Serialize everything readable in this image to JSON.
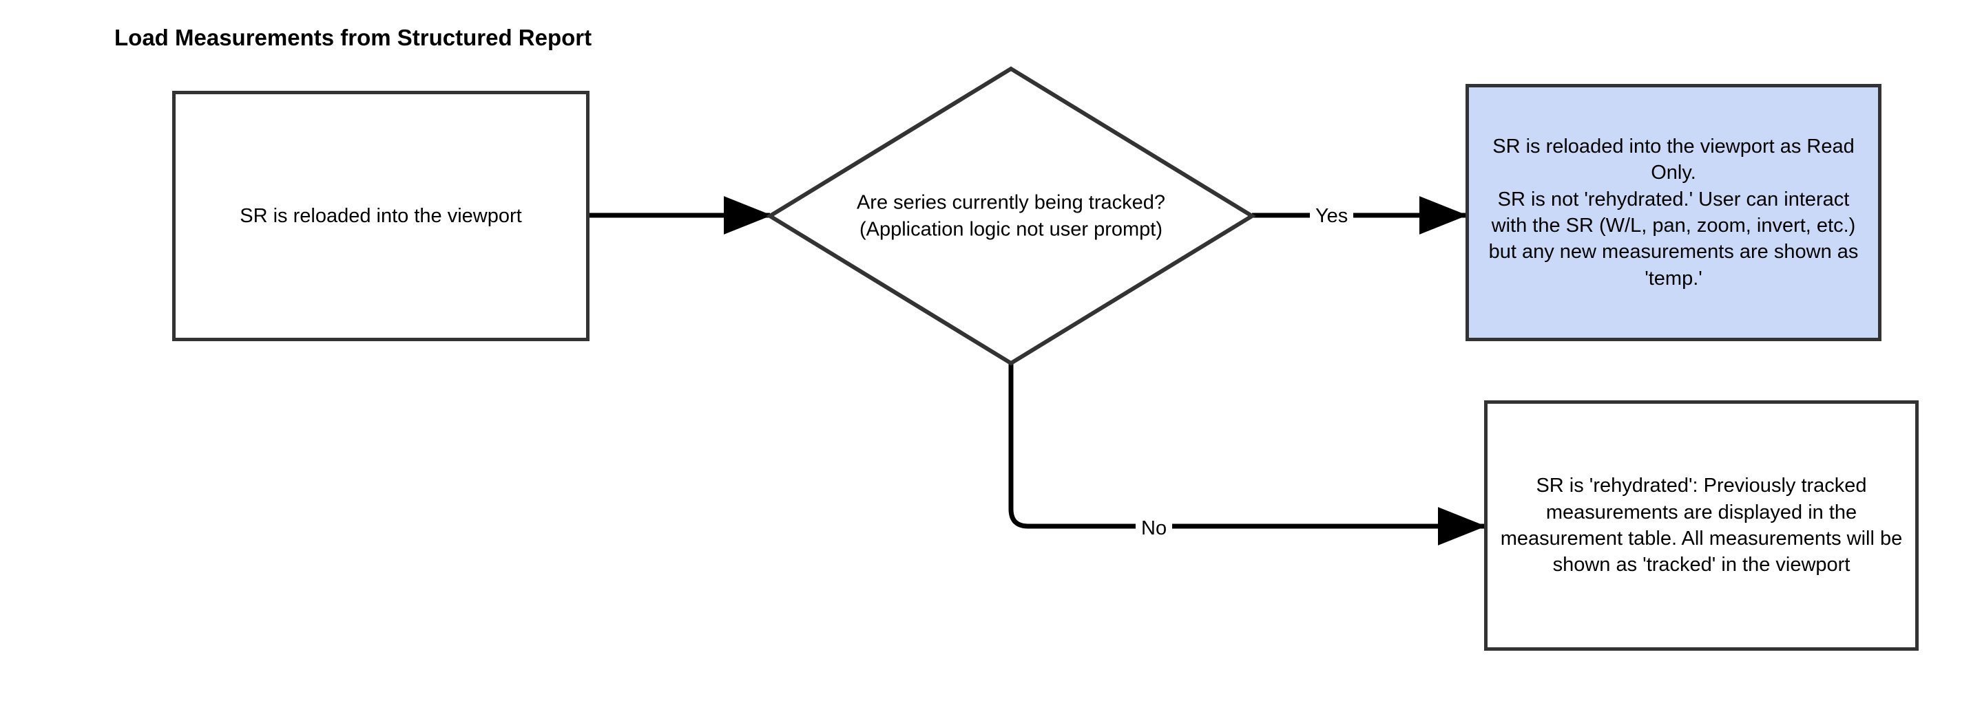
{
  "title": "Load Measurements from Structured Report",
  "colors": {
    "stroke": "#333333",
    "edge": "#000000",
    "highlight_fill": "#c9d9f7",
    "default_fill": "#ffffff",
    "text": "#000000"
  },
  "nodes": {
    "start": {
      "shape": "rectangle",
      "text": "SR is reloaded into the viewport"
    },
    "decision": {
      "shape": "diamond",
      "text": "Are series currently being tracked?\n(Application logic not user prompt)"
    },
    "yes_outcome": {
      "shape": "rectangle",
      "text": "SR is reloaded into the viewport as Read Only.\nSR is not 'rehydrated.' User can interact with the SR (W/L, pan, zoom, invert, etc.) but any new measurements are shown as 'temp.'"
    },
    "no_outcome": {
      "shape": "rectangle",
      "text": "SR is 'rehydrated': Previously tracked measurements are displayed in the measurement table. All measurements will be shown as 'tracked' in the viewport"
    }
  },
  "edges": {
    "start_to_decision": {
      "label": ""
    },
    "decision_yes": {
      "label": "Yes"
    },
    "decision_no": {
      "label": "No"
    }
  }
}
